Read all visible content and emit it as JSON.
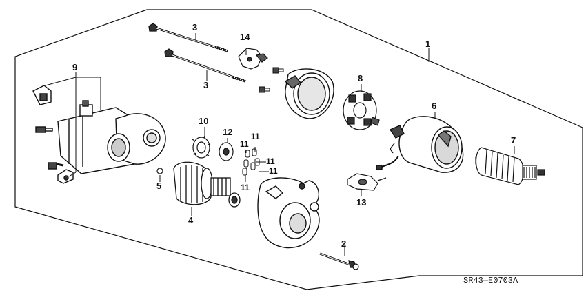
{
  "diagram_code": "SR43—E0703A",
  "callouts": {
    "c1": "1",
    "c2": "2",
    "c3a": "3",
    "c3b": "3",
    "c4": "4",
    "c5": "5",
    "c6": "6",
    "c7": "7",
    "c8": "8",
    "c9": "9",
    "c10": "10",
    "c11a": "11",
    "c11b": "11",
    "c11c": "11",
    "c11d": "11",
    "c11e": "11",
    "c12": "12",
    "c13": "13",
    "c14": "14"
  }
}
